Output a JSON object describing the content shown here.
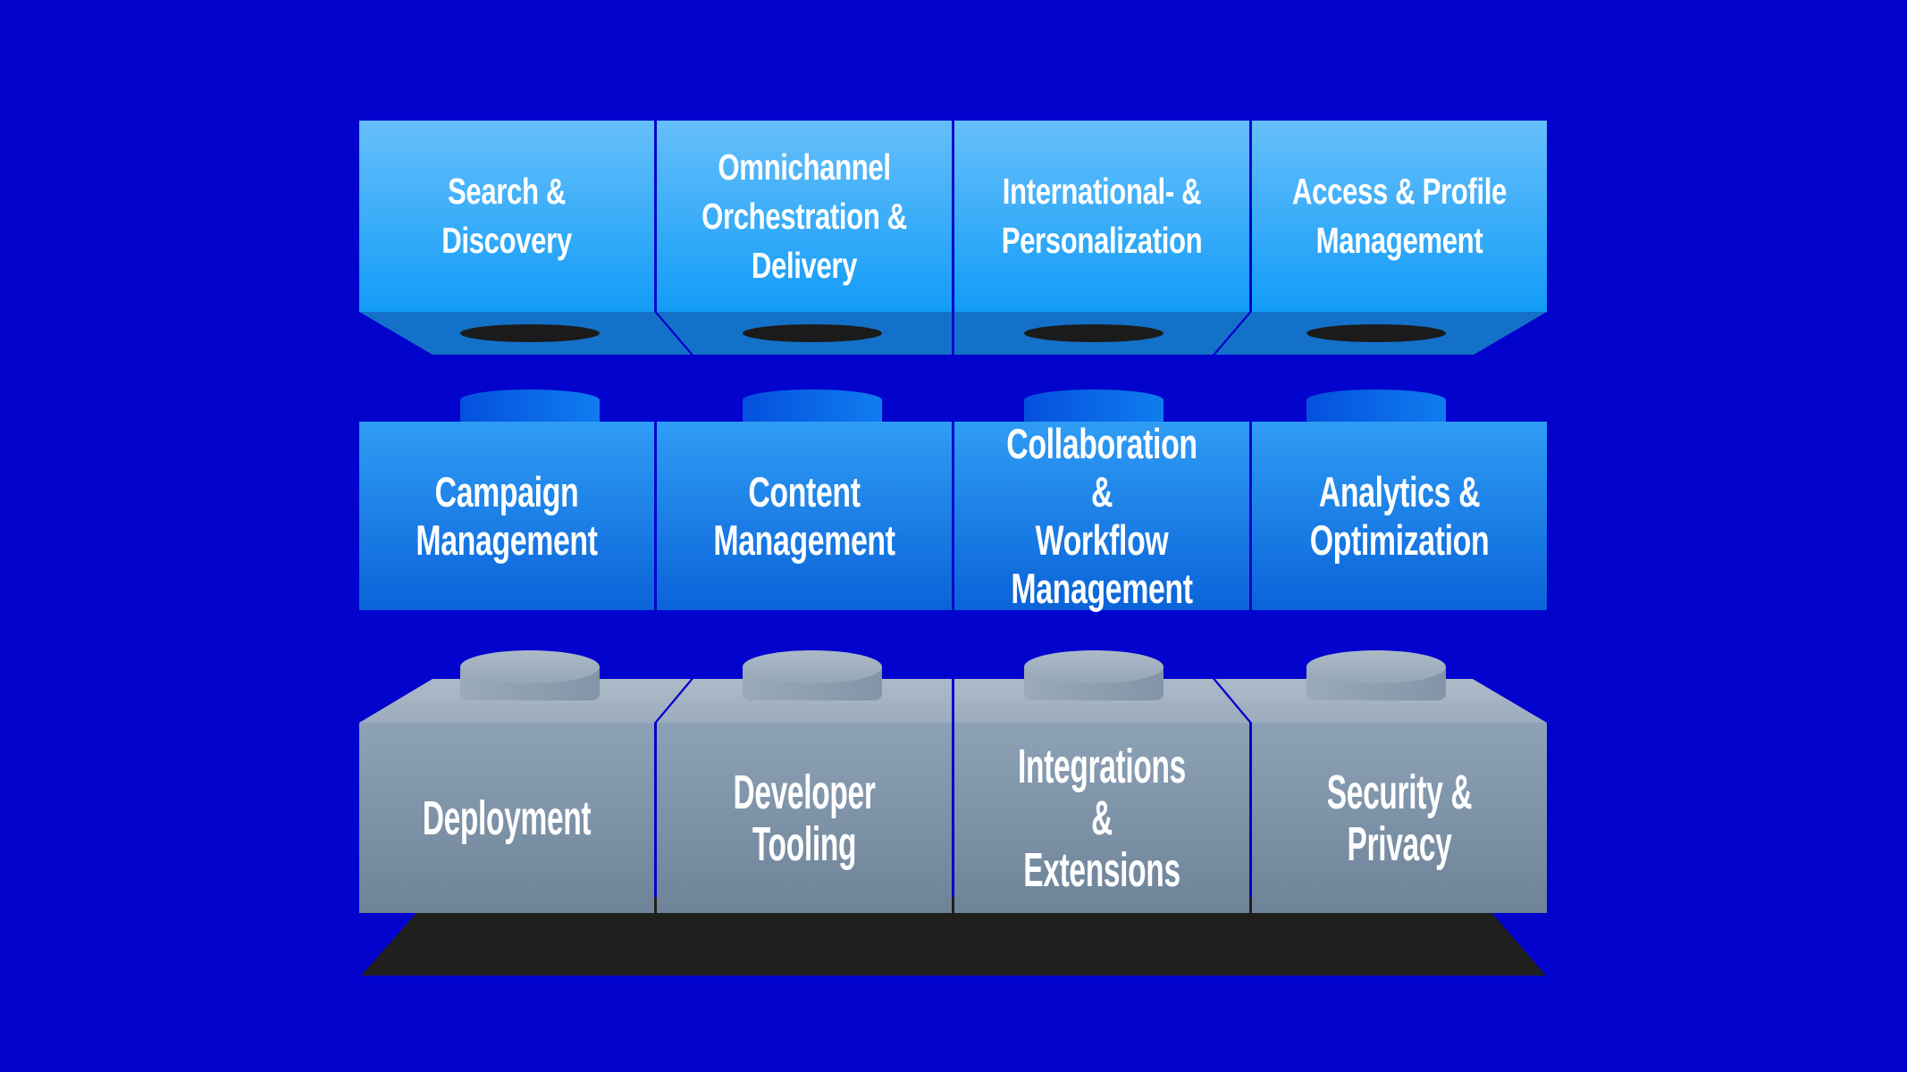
{
  "diagram": {
    "description": "Capability map drawn as three stacked rows of toy building bricks on a baseplate",
    "background_color": "#0303CE",
    "colors": {
      "top_row_face_gradient": [
        "#66BFFA",
        "#129CF8"
      ],
      "top_row_underside": "#1471C9",
      "top_row_socket_hole": "#1B1B1B",
      "middle_row_face_gradient": [
        "#2F9DF5",
        "#0A63D8"
      ],
      "middle_row_stud_gradient": [
        "#0450DE",
        "#0F7DEF"
      ],
      "bottom_row_face_gradient": [
        "#8DA2B7",
        "#6E8398"
      ],
      "bottom_row_top_face": "#A5B3C1",
      "bottom_row_stud_body_gradient": [
        "#9AAAB9",
        "#8294A7"
      ],
      "bottom_row_stud_cap": "#A4B3C0",
      "baseplate": "#1F1F1E",
      "label_text": "#FFFFFF"
    },
    "rows": [
      {
        "id": "top-row",
        "style": "light-blue brick viewed from below with socket holes",
        "bricks": [
          {
            "label": "Search &\nDiscovery"
          },
          {
            "label": "Omnichannel\nOrchestration &\nDelivery"
          },
          {
            "label": "International- &\nPersonalization"
          },
          {
            "label": "Access & Profile\nManagement"
          }
        ]
      },
      {
        "id": "middle-row",
        "style": "bright blue brick with top stud",
        "bricks": [
          {
            "label": "Campaign\nManagement"
          },
          {
            "label": "Content\nManagement"
          },
          {
            "label": "Collaboration &\nWorkflow\nManagement"
          },
          {
            "label": "Analytics &\nOptimization"
          }
        ]
      },
      {
        "id": "bottom-row",
        "style": "gray brick viewed from above with top stud",
        "bricks": [
          {
            "label": "Deployment"
          },
          {
            "label": "Developer\nTooling"
          },
          {
            "label": "Integrations &\nExtensions"
          },
          {
            "label": "Security &\nPrivacy"
          }
        ]
      }
    ]
  }
}
